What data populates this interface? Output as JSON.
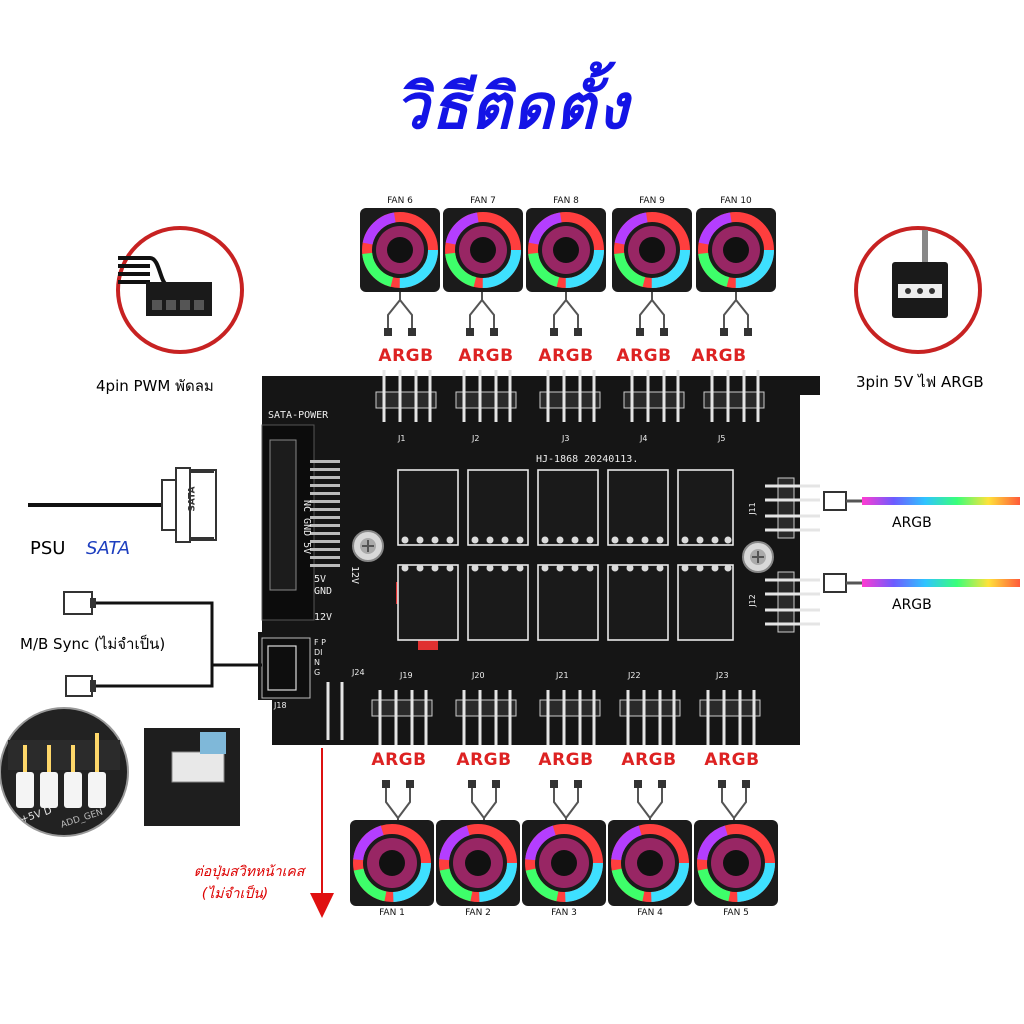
{
  "title": "วิธีติดตั้ง",
  "top_fans": [
    "FAN 6",
    "FAN 7",
    "FAN 8",
    "FAN 9",
    "FAN 10"
  ],
  "bottom_fans": [
    "FAN 1",
    "FAN 2",
    "FAN 3",
    "FAN 4",
    "FAN 5"
  ],
  "argb_label": "ARGB",
  "labels": {
    "pwm": "4pin PWM พัดลม",
    "argb_3pin": "3pin 5V ไฟ ARGB",
    "psu": "PSU",
    "sata": "SATA",
    "mb_sync": "M/B Sync (ไม่จำเป็น)",
    "strip1": "ARGB",
    "strip2": "ARGB",
    "switch_line1": "ต่อปุ่มสวิทหน้าเคส",
    "switch_line2": "(ไม่จำเป็น)"
  },
  "pcb": {
    "sata_power": "SATA-POWER",
    "model": "HJ-1868  20240113.",
    "pins_left": "NC GND 5V",
    "pins_12v": "12V",
    "p5v": "5V",
    "pgnd": "GND",
    "p12v": "12V",
    "top_connectors": [
      "J1",
      "J2",
      "J3",
      "J4",
      "J5"
    ],
    "bottom_connectors": [
      "J19",
      "J20",
      "J21",
      "J22",
      "J23"
    ],
    "side_connectors": [
      "J11",
      "J12"
    ],
    "j18": "J18",
    "j24": "J24",
    "sync_pins": "F P DIN G",
    "sata_plug": "SATA"
  },
  "photo_labels": {
    "header": "+5V D",
    "header2": "ADD_GEN"
  },
  "colors": {
    "title": "#1414e6",
    "argb": "#dd2222",
    "pcb": "#141414",
    "accent_red": "#dd1111"
  }
}
